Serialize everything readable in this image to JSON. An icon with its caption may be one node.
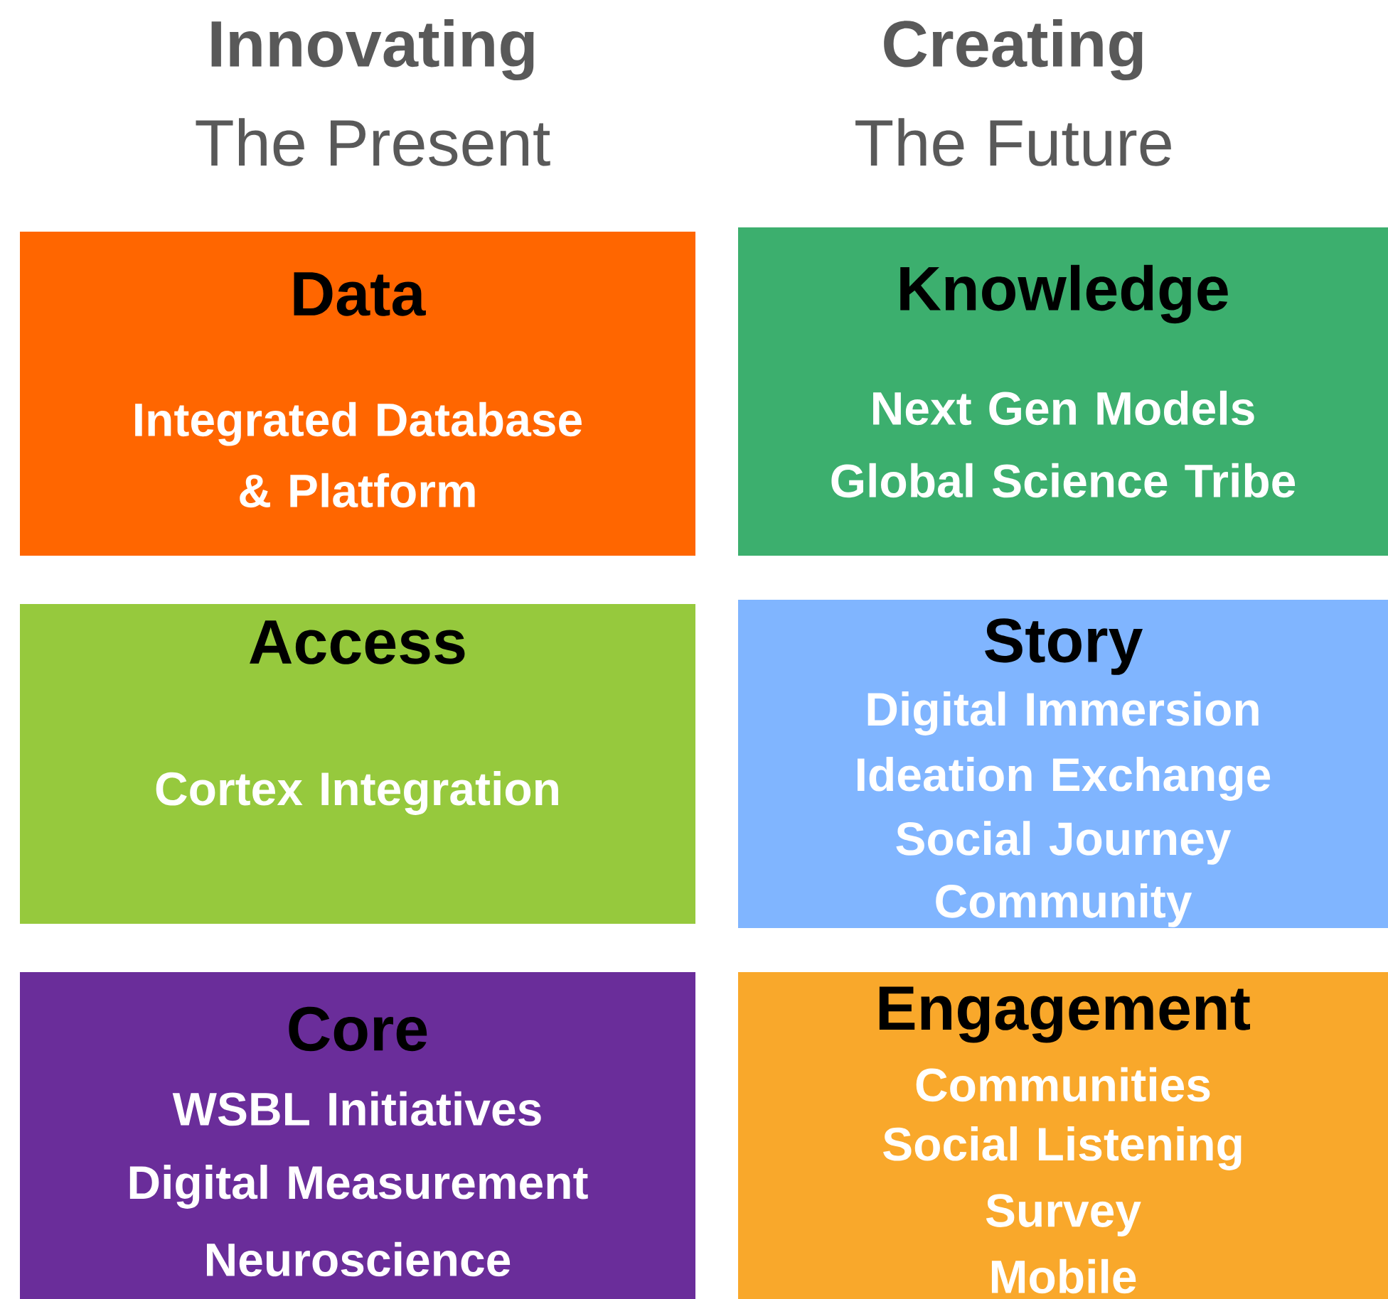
{
  "diagram": {
    "nodes": [
      {
        "text": [
          "Data",
          "Integrated Database & Platform"
        ]
      },
      {
        "text": [
          "Knowledge",
          "Next Gen Models",
          "Global Science Tribe"
        ]
      },
      {
        "text": [
          "Access",
          "Cortex Integration"
        ]
      },
      {
        "text": [
          "Story",
          "Digital Immersion",
          "Ideation Exchange",
          "Social Journey",
          "Community"
        ]
      },
      {
        "text": [
          "Core",
          "WSBL Initiatives",
          "Digital Measurement",
          "Neuroscience"
        ]
      },
      {
        "text": [
          "Engagement",
          "Communities",
          "Social Listening",
          "Survey",
          "Mobile"
        ]
      }
    ],
    "labels": [
      "Innovating",
      "The Present",
      "Creating",
      "The Future"
    ]
  }
}
